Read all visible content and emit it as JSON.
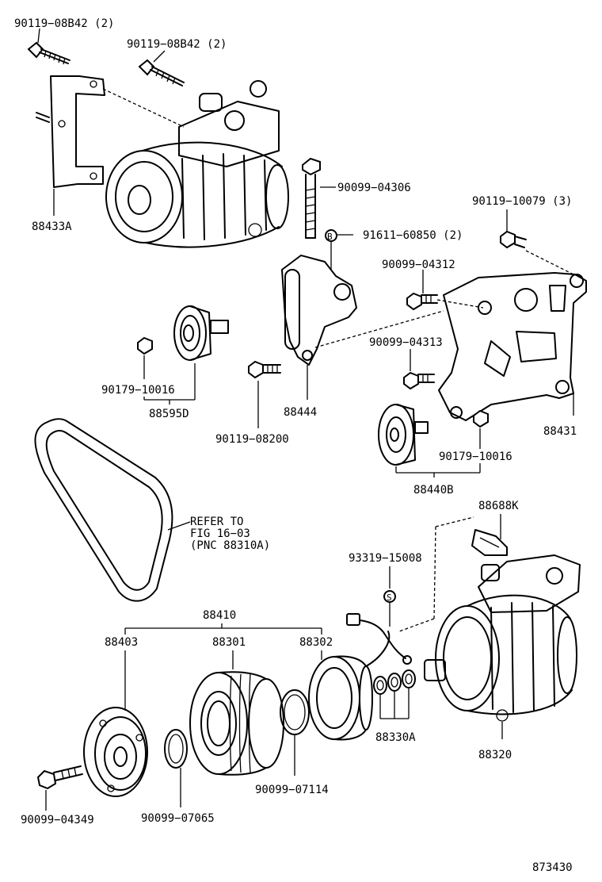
{
  "labels": {
    "p_90119_08B42_a": "90119−08B42 (2)",
    "p_90119_08B42_b": "90119−08B42 (2)",
    "p_88433A": "88433A",
    "p_90099_04306": "90099−04306",
    "p_90119_10079": "90119−10079 (3)",
    "p_91611_60850": "91611−60850 (2)",
    "marker_B": "B",
    "p_90099_04312": "90099−04312",
    "p_90099_04313": "90099−04313",
    "p_90179_10016_a": "90179−10016",
    "p_88595D": "88595D",
    "p_88444": "88444",
    "p_90119_08200": "90119−08200",
    "p_88431": "88431",
    "p_90179_10016_b": "90179−10016",
    "p_88440B": "88440B",
    "refer_line1": "REFER TO",
    "refer_line2": "FIG 16−03",
    "refer_line3": "(PNC 88310A)",
    "p_88688K": "88688K",
    "p_93319_15008": "93319−15008",
    "marker_S": "S",
    "p_88410": "88410",
    "p_88403": "88403",
    "p_88301": "88301",
    "p_88302": "88302",
    "p_88330A": "88330A",
    "p_88320": "88320",
    "p_90099_04349": "90099−04349",
    "p_90099_07065": "90099−07065",
    "p_90099_07114": "90099−07114",
    "figure_number": "873430"
  }
}
